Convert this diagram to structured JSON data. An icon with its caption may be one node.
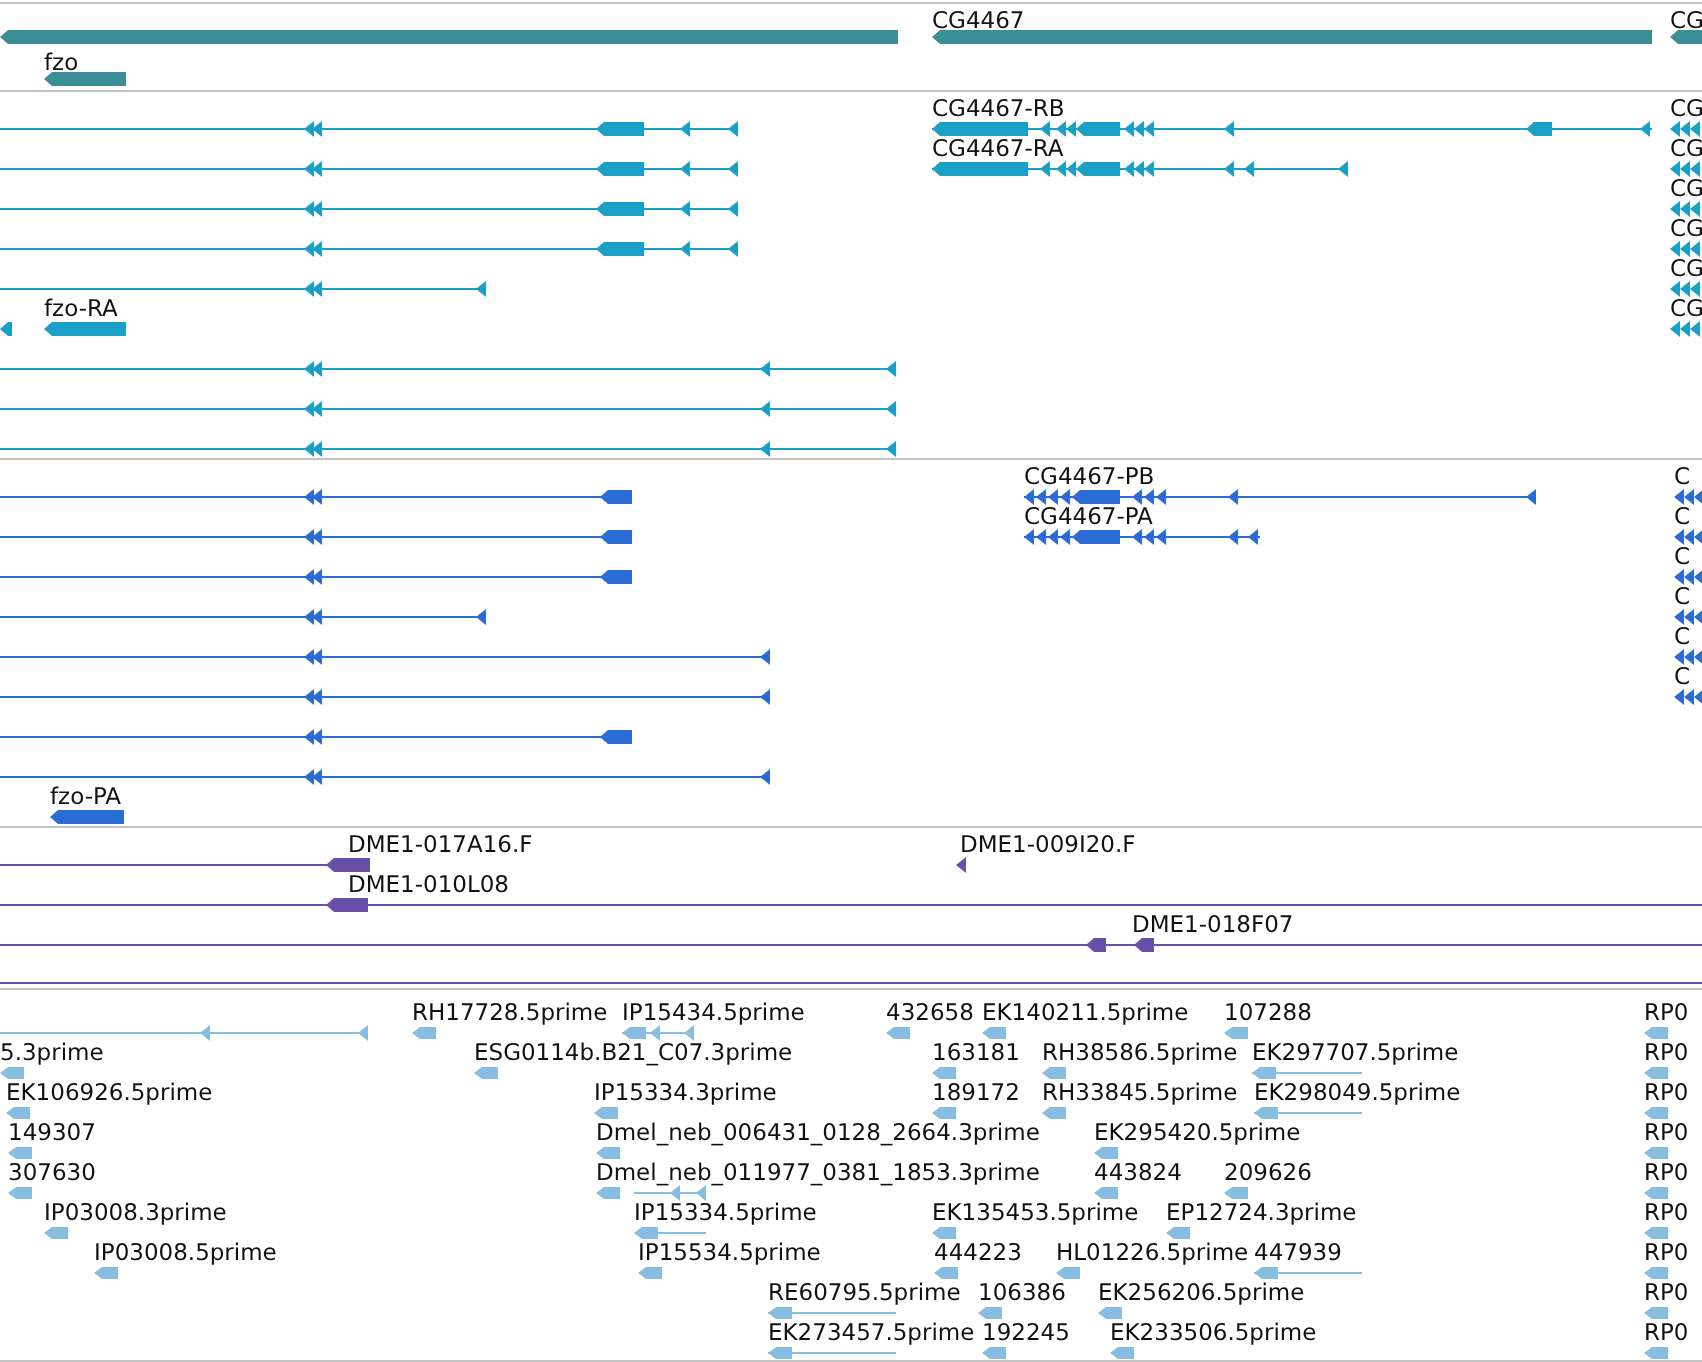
{
  "diagram": {
    "labels": [
      "CG4467",
      "CG",
      "fzo",
      "CG4467-RB",
      "CG",
      "CG4467-RA",
      "CG",
      "CG",
      "CG",
      "CG",
      "fzo-RA",
      "CG",
      "CG4467-PB",
      "C",
      "CG4467-PA",
      "C",
      "C",
      "C",
      "C",
      "C",
      "fzo-PA",
      "DME1-017A16.F",
      "DME1-009I20.F",
      "DME1-010L08",
      "DME1-018F07",
      "RH17728.5prime",
      "IP15434.5prime",
      "432658",
      "EK140211.5prime",
      "107288",
      "RP0",
      "5.3prime",
      "ESG0114b.B21_C07.3prime",
      "163181",
      "RH38586.5prime",
      "EK297707.5prime",
      "RP0",
      "EK106926.5prime",
      "IP15334.3prime",
      "189172",
      "RH33845.5prime",
      "EK298049.5prime",
      "RP0",
      "149307",
      "Dmel_neb_006431_0128_2664.3prime",
      "EK295420.5prime",
      "RP0",
      "307630",
      "Dmel_neb_011977_0381_1853.3prime",
      "443824",
      "209626",
      "RP0",
      "IP03008.3prime",
      "IP15334.5prime",
      "EK135453.5prime",
      "EP12724.3prime",
      "RP0",
      "IP03008.5prime",
      "IP15534.5prime",
      "444223",
      "HL01226.5prime",
      "447939",
      "RP0",
      "RE60795.5prime",
      "106386",
      "EK256206.5prime",
      "RP0",
      "EK273457.5prime",
      "192245",
      "EK233506.5prime",
      "RP0"
    ]
  }
}
